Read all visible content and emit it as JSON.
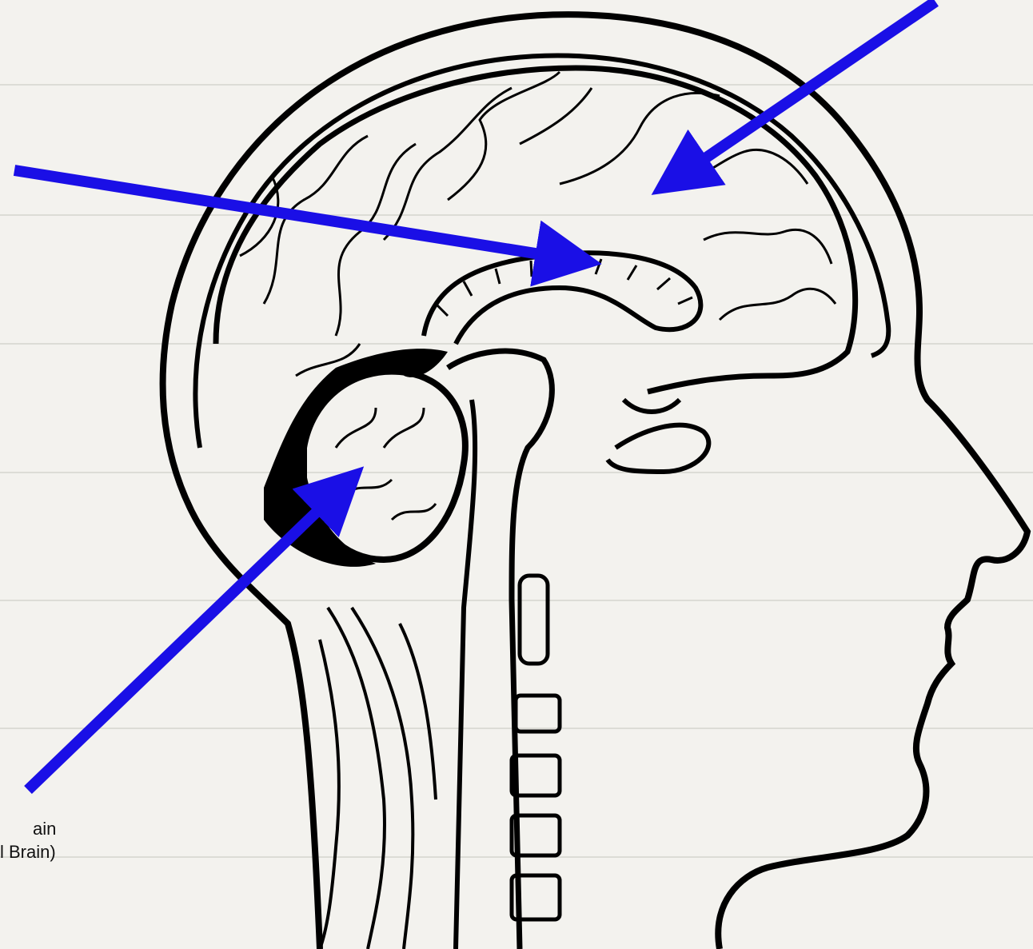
{
  "labels": {
    "hindbrain_line1": "ain",
    "hindbrain_line2": "l Brain)"
  },
  "colors": {
    "paper": "#f3f2ee",
    "ruled_line": "#dcdcd6",
    "arrow": "#1a0fe6",
    "ink": "#111111"
  },
  "arrows": [
    {
      "name": "cortex-arrow"
    },
    {
      "name": "limbic-arrow"
    },
    {
      "name": "hindbrain-arrow"
    }
  ]
}
